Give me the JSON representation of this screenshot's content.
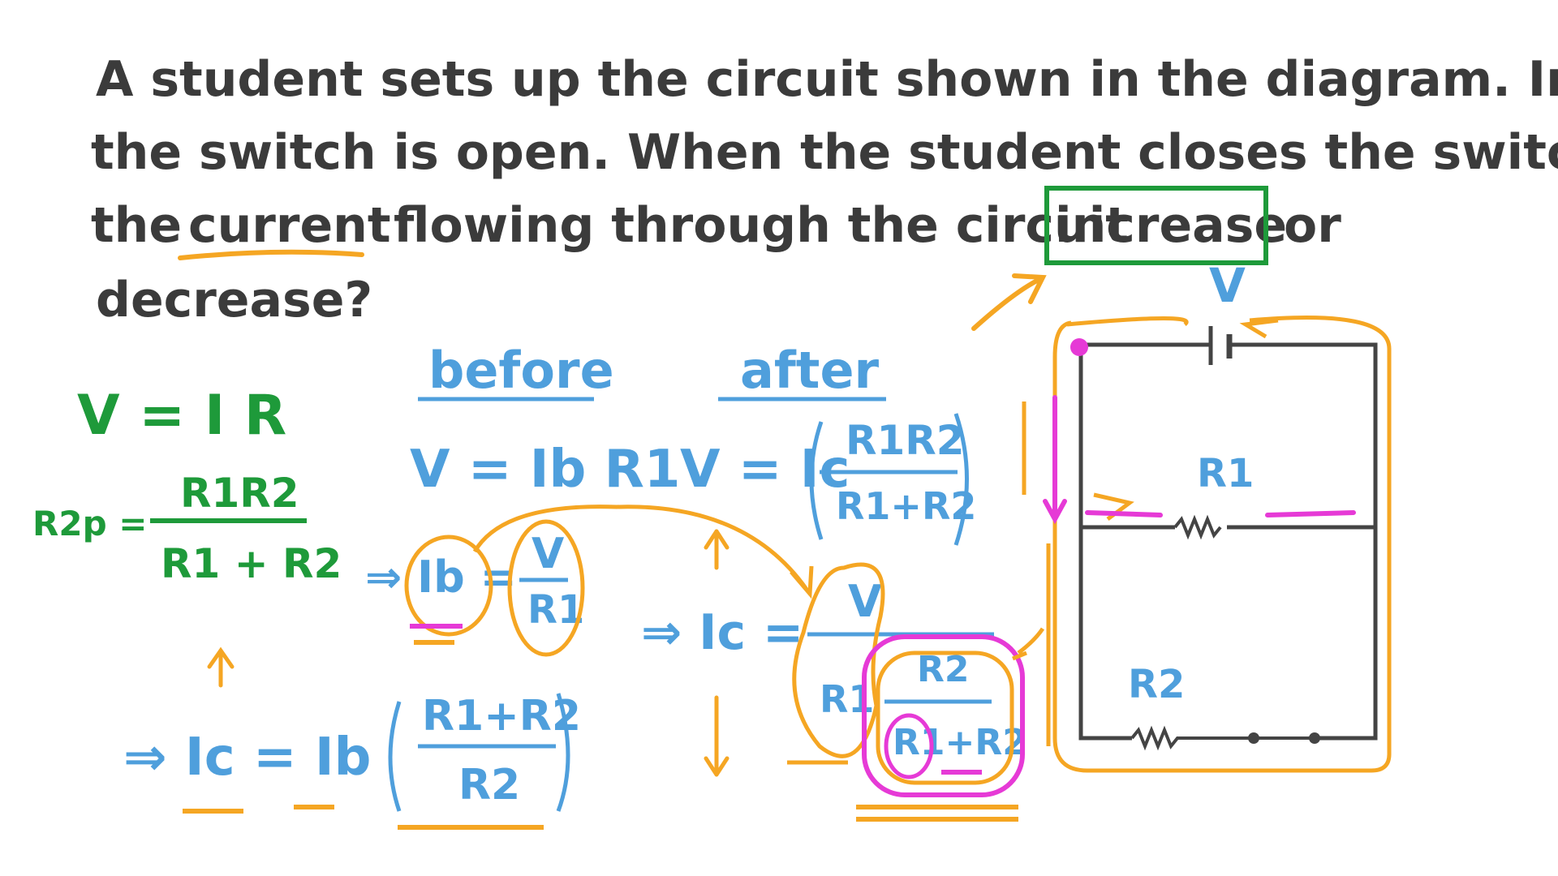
{
  "question": {
    "line1": "A student sets up the circuit shown in the diagram. Initially,",
    "line2": "the switch is open. When the student closes the switch, will",
    "line3_a": "the",
    "line3_b": "current",
    "line3_c": "flowing through the circuit",
    "line3_d": "increase",
    "line3_e": "or",
    "line4": "decrease?"
  },
  "left_notes": {
    "ohm": "V = I R",
    "r2p_label": "R2p =",
    "r2p_num": "R1R2",
    "r2p_den": "R1 + R2"
  },
  "before": {
    "heading": "before",
    "eq1": "V = Ib R1",
    "eq2_lhs": "⇒ Ib =",
    "eq2_num": "V",
    "eq2_den": "R1"
  },
  "after": {
    "heading": "after",
    "eq1_lhs": "V = Ic",
    "eq1_num": "R1R2",
    "eq1_den": "R1+R2",
    "eq2_lhs": "⇒ Ic =",
    "eq2_num": "V",
    "eq2_den_a": "R1",
    "eq2_den_num": "R2",
    "eq2_den_den": "R1+R2"
  },
  "result": {
    "lhs": "⇒ Ic = Ib",
    "num": "R1+R2",
    "den": "R2"
  },
  "circuit": {
    "voltage": "V",
    "r1": "R1",
    "r2": "R2"
  },
  "colors": {
    "ink": "#3b3b3b",
    "blue": "#4f9fdc",
    "green": "#1e9a3a",
    "orange": "#f5a623",
    "magenta": "#e63ad6",
    "box": "#1e9a3a"
  }
}
